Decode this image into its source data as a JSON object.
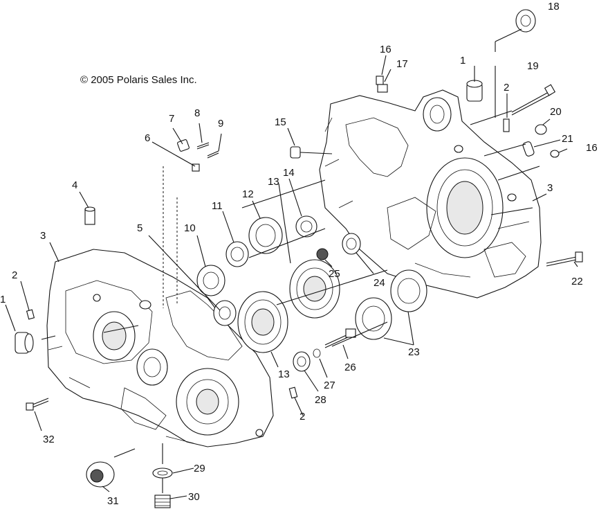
{
  "copyright": "© 2005 Polaris Sales Inc.",
  "callouts": [
    {
      "id": "c18",
      "text": "18"
    },
    {
      "id": "c16a",
      "text": "16"
    },
    {
      "id": "c17",
      "text": "17"
    },
    {
      "id": "c1a",
      "text": "1"
    },
    {
      "id": "c2a",
      "text": "2"
    },
    {
      "id": "c19",
      "text": "19"
    },
    {
      "id": "c20",
      "text": "20"
    },
    {
      "id": "c21",
      "text": "21"
    },
    {
      "id": "c16b",
      "text": "16"
    },
    {
      "id": "c15",
      "text": "15"
    },
    {
      "id": "c7",
      "text": "7"
    },
    {
      "id": "c8",
      "text": "8"
    },
    {
      "id": "c9",
      "text": "9"
    },
    {
      "id": "c6",
      "text": "6"
    },
    {
      "id": "c4",
      "text": "4"
    },
    {
      "id": "c3a",
      "text": "3"
    },
    {
      "id": "c3b",
      "text": "3"
    },
    {
      "id": "c13a",
      "text": "13"
    },
    {
      "id": "c14",
      "text": "14"
    },
    {
      "id": "c12",
      "text": "12"
    },
    {
      "id": "c11",
      "text": "11"
    },
    {
      "id": "c10",
      "text": "10"
    },
    {
      "id": "c5",
      "text": "5"
    },
    {
      "id": "c2b",
      "text": "2"
    },
    {
      "id": "c1b",
      "text": "1"
    },
    {
      "id": "c25",
      "text": "25"
    },
    {
      "id": "c24",
      "text": "24"
    },
    {
      "id": "c22",
      "text": "22"
    },
    {
      "id": "c23",
      "text": "23"
    },
    {
      "id": "c26",
      "text": "26"
    },
    {
      "id": "c27",
      "text": "27"
    },
    {
      "id": "c13b",
      "text": "13"
    },
    {
      "id": "c28",
      "text": "28"
    },
    {
      "id": "c2c",
      "text": "2"
    },
    {
      "id": "c32",
      "text": "32"
    },
    {
      "id": "c29",
      "text": "29"
    },
    {
      "id": "c30",
      "text": "30"
    },
    {
      "id": "c31",
      "text": "31"
    }
  ]
}
